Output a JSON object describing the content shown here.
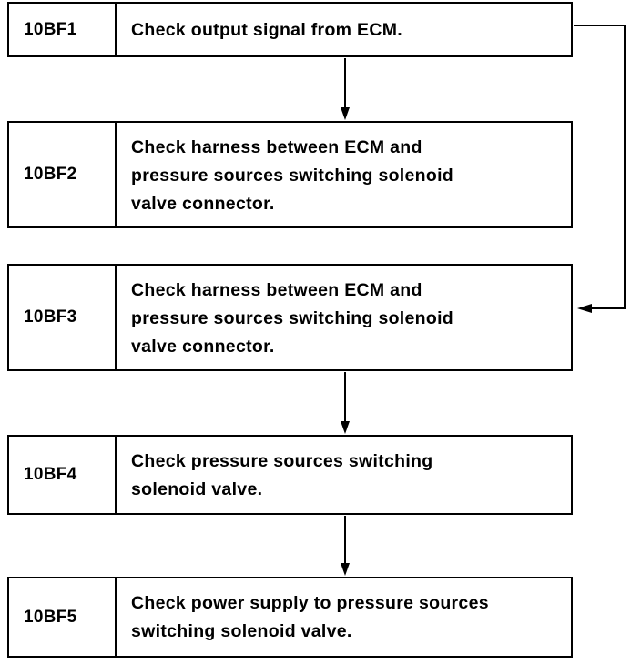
{
  "steps": [
    {
      "code": "10BF1",
      "text": "Check output signal from ECM."
    },
    {
      "code": "10BF2",
      "text": "Check harness between ECM and\npressure sources switching solenoid\nvalve connector."
    },
    {
      "code": "10BF3",
      "text": "Check harness between ECM and\npressure sources switching solenoid\nvalve connector."
    },
    {
      "code": "10BF4",
      "text": "Check pressure sources switching\nsolenoid valve."
    },
    {
      "code": "10BF5",
      "text": "Check power supply to pressure sources\nswitching solenoid valve."
    }
  ]
}
